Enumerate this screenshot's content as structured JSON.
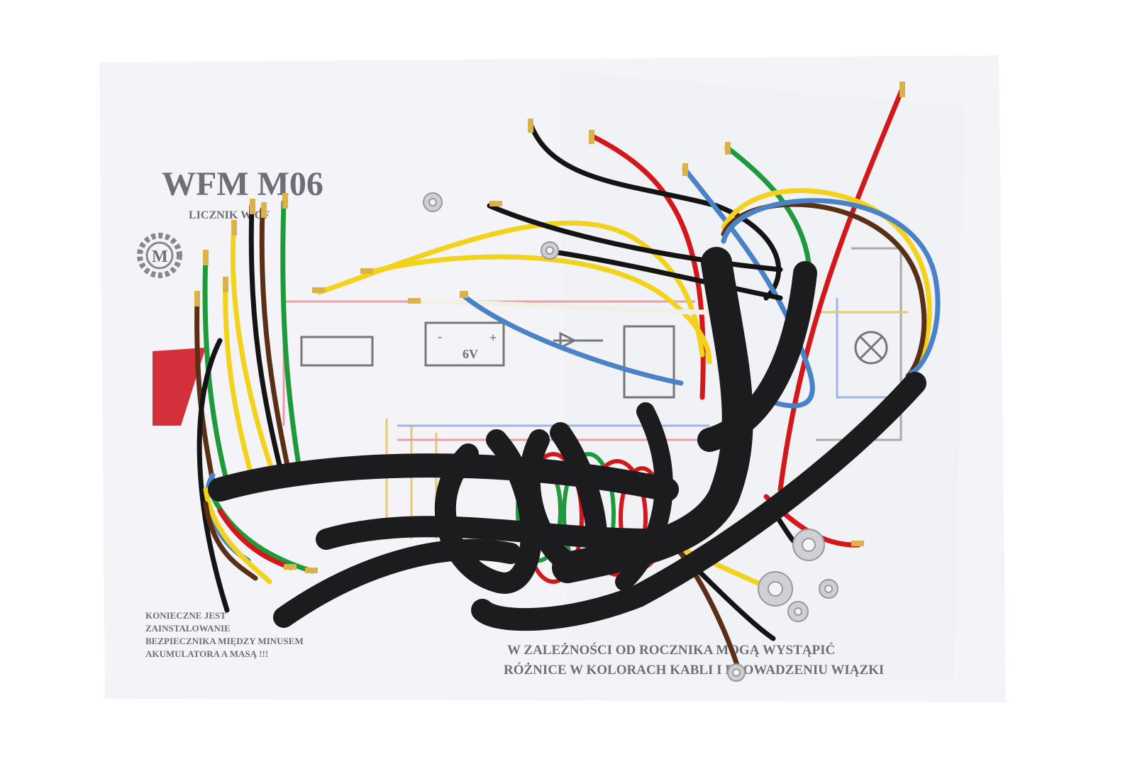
{
  "paper": {
    "title": "WFM M06",
    "subtitle": "LICZNIK W    CF",
    "battery_label": "6V",
    "battery_minus": "-",
    "battery_plus": "+",
    "warning_lines": [
      "KONIECZNE JEST",
      "ZAINSTALOWANIE",
      "BEZPIECZNIKA MIĘDZY MINUSEM",
      "AKUMULATORA A MASĄ !!!"
    ],
    "note_lines": [
      "W ZALEŻNOŚCI OD ROCZNIKA MOGĄ WYSTĄPIĆ",
      "RÓŻNICE W KOLORACH KABLI I PROWADZENIU WIĄZKI"
    ]
  },
  "colors": {
    "sleeve": "#1c1c1e",
    "red": "#d3181c",
    "green": "#1e9a3a",
    "yellow": "#f2d21a",
    "blue": "#4a82c8",
    "brown": "#5a2f16",
    "black": "#141414",
    "white": "#f2f0e6",
    "brass": "#d9b24a"
  }
}
